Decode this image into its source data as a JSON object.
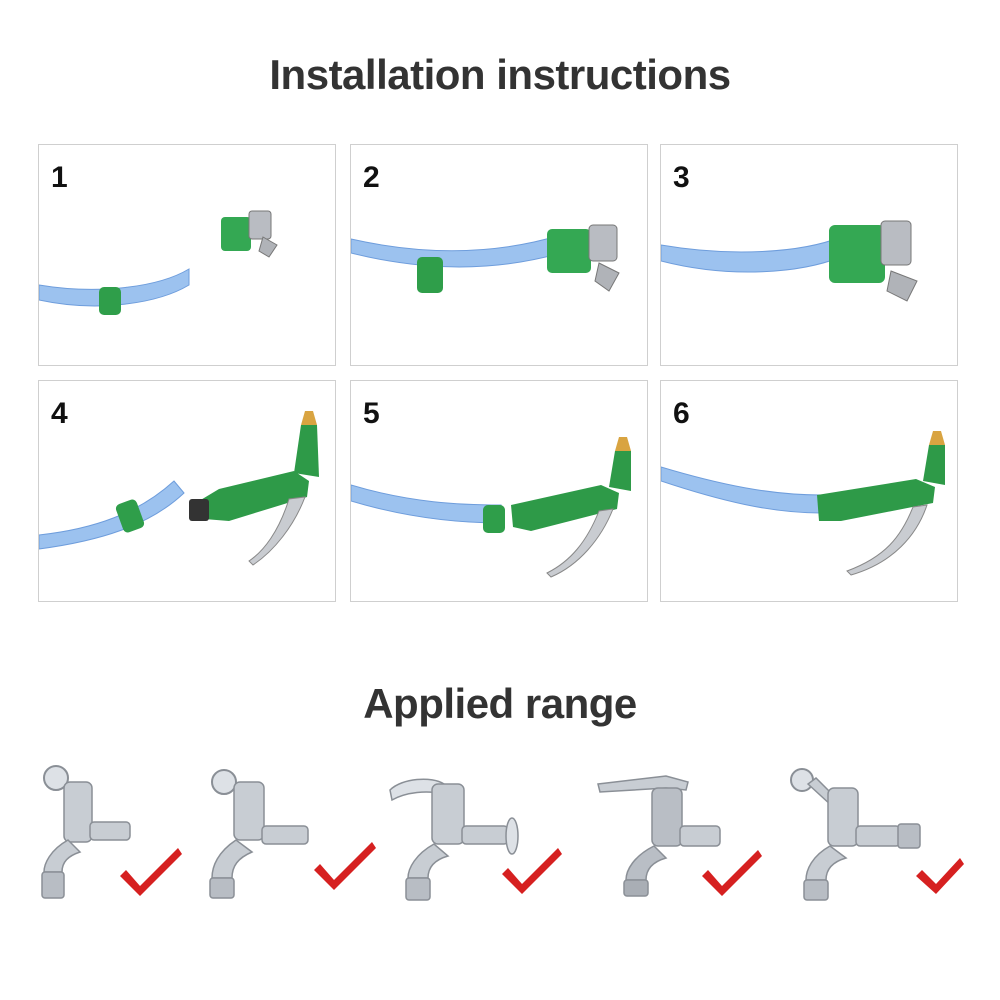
{
  "installation": {
    "title": "Installation instructions",
    "steps": [
      {
        "number": "1"
      },
      {
        "number": "2"
      },
      {
        "number": "3"
      },
      {
        "number": "4"
      },
      {
        "number": "5"
      },
      {
        "number": "6"
      }
    ]
  },
  "applied_range": {
    "title": "Applied range",
    "faucets": [
      {
        "icon": "faucet-icon",
        "check": "check-mark-icon"
      },
      {
        "icon": "faucet-icon",
        "check": "check-mark-icon"
      },
      {
        "icon": "faucet-icon",
        "check": "check-mark-icon"
      },
      {
        "icon": "faucet-icon",
        "check": "check-mark-icon"
      },
      {
        "icon": "faucet-icon",
        "check": "check-mark-icon"
      }
    ]
  },
  "colors": {
    "title_text": "#333333",
    "hose_blue": "#8fb8ec",
    "fitting_green": "#2f9e4a",
    "nozzle_brass": "#d9a441",
    "check_red": "#d62020",
    "panel_border": "#cfcfcf"
  }
}
